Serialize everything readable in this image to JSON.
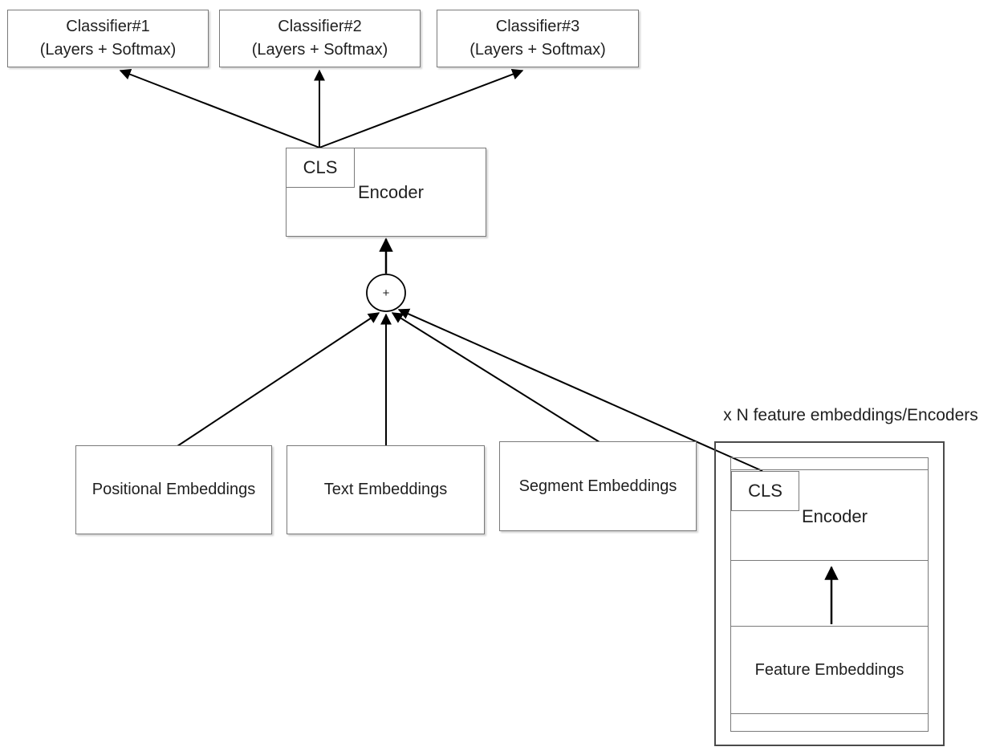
{
  "diagram": {
    "classifiers": [
      {
        "title": "Classifier#1",
        "subtitle": "(Layers + Softmax)"
      },
      {
        "title": "Classifier#2",
        "subtitle": "(Layers + Softmax)"
      },
      {
        "title": "Classifier#3",
        "subtitle": "(Layers + Softmax)"
      }
    ],
    "main_encoder": {
      "cls_label": "CLS",
      "encoder_label": "Encoder"
    },
    "sum_node": {
      "symbol": "+"
    },
    "embedding_boxes": [
      {
        "label": "Positional Embeddings"
      },
      {
        "label": "Text Embeddings"
      },
      {
        "label": "Segment Embeddings"
      }
    ],
    "feature_module": {
      "caption": "x N feature embeddings/Encoders",
      "cls_label": "CLS",
      "encoder_label": "Encoder",
      "feature_label": "Feature Embeddings"
    },
    "colors": {
      "line": "#000000",
      "box_border": "#7a7a7a",
      "outer_box_border": "#4a4a4a",
      "text": "#1f1f1f",
      "background": "#ffffff"
    }
  }
}
